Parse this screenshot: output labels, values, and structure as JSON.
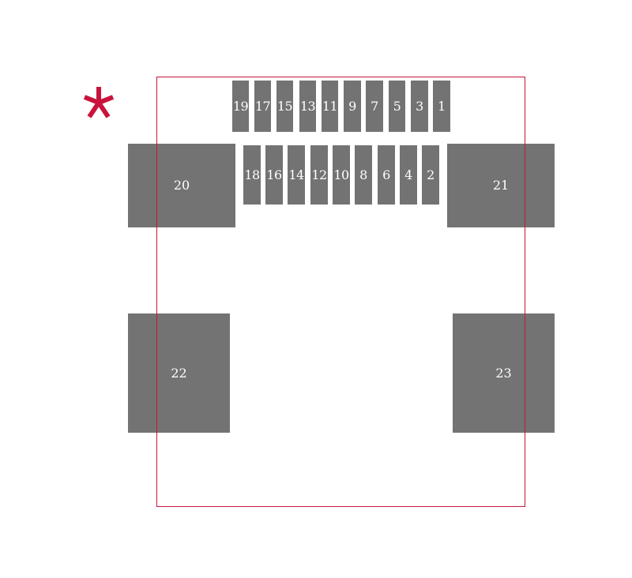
{
  "colors": {
    "pad_fill": "#737373",
    "outline": "#c8143c",
    "pad_text": "#ffffff",
    "background": "#ffffff"
  },
  "pin1_marker": {
    "icon": "asterisk-icon"
  },
  "pads_top_row": [
    "19",
    "17",
    "15",
    "13",
    "11",
    "9",
    "7",
    "5",
    "3",
    "1"
  ],
  "pads_second_row": [
    "18",
    "16",
    "14",
    "12",
    "10",
    "8",
    "6",
    "4",
    "2"
  ],
  "mount_pads": {
    "p20": "20",
    "p21": "21",
    "p22": "22",
    "p23": "23"
  }
}
